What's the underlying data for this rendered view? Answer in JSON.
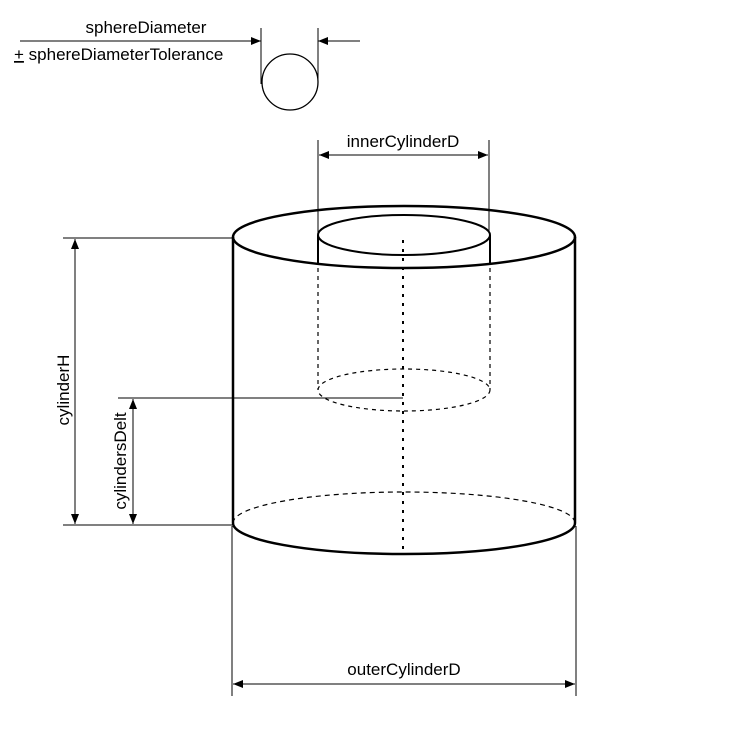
{
  "labels": {
    "sphere_diameter": "sphereDiameter",
    "tolerance_sign": "+",
    "sphere_tolerance": " sphereDiameterTolerance",
    "inner_diameter": "innerCylinderD",
    "cylinder_height": "cylinderH",
    "cylinders_delta": "cylindersDelt",
    "outer_diameter": "outerCylinderD"
  },
  "colors": {
    "line": "#000000",
    "background": "#ffffff"
  }
}
